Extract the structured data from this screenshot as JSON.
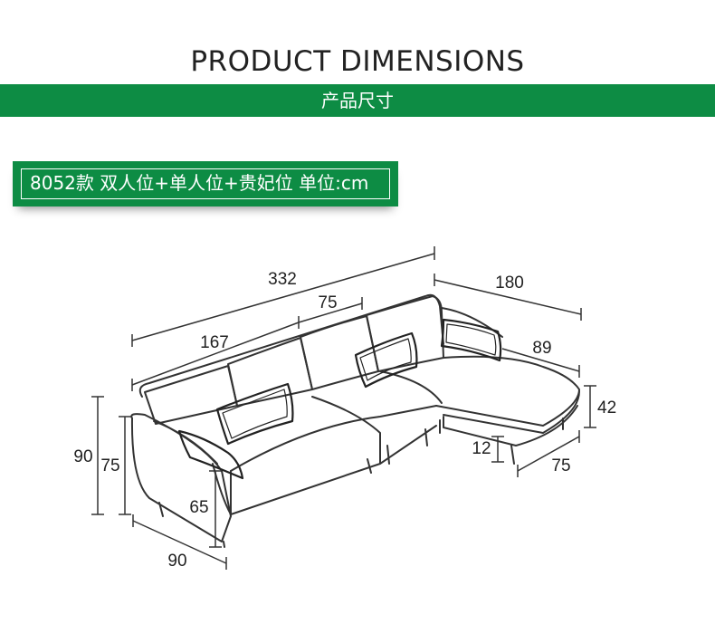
{
  "header": {
    "title": "PRODUCT DIMENSIONS",
    "subtitle": "产品尺寸"
  },
  "spec": {
    "label": "8052款 双人位+单人位+贵妃位 单位:cm"
  },
  "dimensions": {
    "total_length": "332",
    "loveseat_length": "167",
    "cushion_width": "75",
    "chaise_length": "180",
    "chaise_depth_inner": "89",
    "chaise_height": "42",
    "leg_height": "12",
    "chaise_depth": "75",
    "overall_height": "90",
    "back_height": "75",
    "arm_height": "65",
    "depth": "90"
  },
  "colors": {
    "brand_green": "#0d8c44",
    "line": "#333333"
  }
}
